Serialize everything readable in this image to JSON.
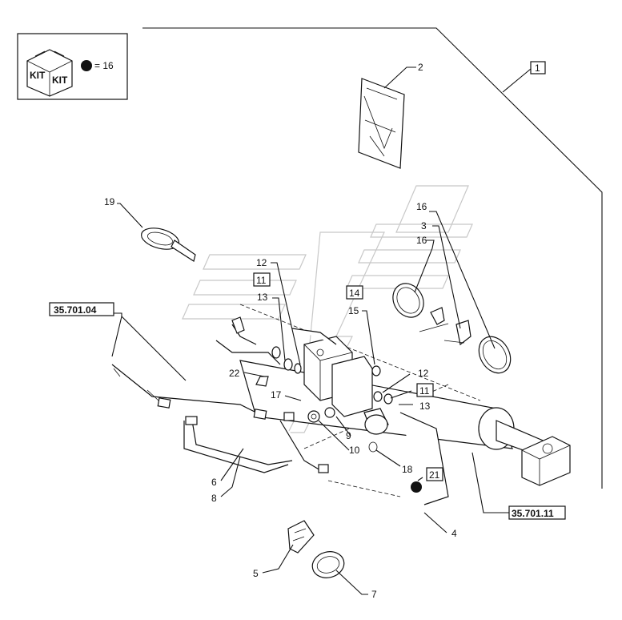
{
  "kit_box": {
    "kit_text_1": "KIT",
    "kit_text_2": "KIT",
    "equals_value": "= 16"
  },
  "callouts": {
    "c1": "1",
    "c2": "2",
    "c3": "3",
    "c4": "4",
    "c5": "5",
    "c6": "6",
    "c7": "7",
    "c8": "8",
    "c9": "9",
    "c10": "10",
    "c11a": "11",
    "c11b": "11",
    "c12a": "12",
    "c12b": "12",
    "c13a": "13",
    "c13b": "13",
    "c14": "14",
    "c15": "15",
    "c16a": "16",
    "c16b": "16",
    "c17": "17",
    "c18": "18",
    "c19": "19",
    "c21": "21",
    "c22": "22"
  },
  "references": {
    "ref_left": "35.701.04",
    "ref_right": "35.701.11"
  }
}
